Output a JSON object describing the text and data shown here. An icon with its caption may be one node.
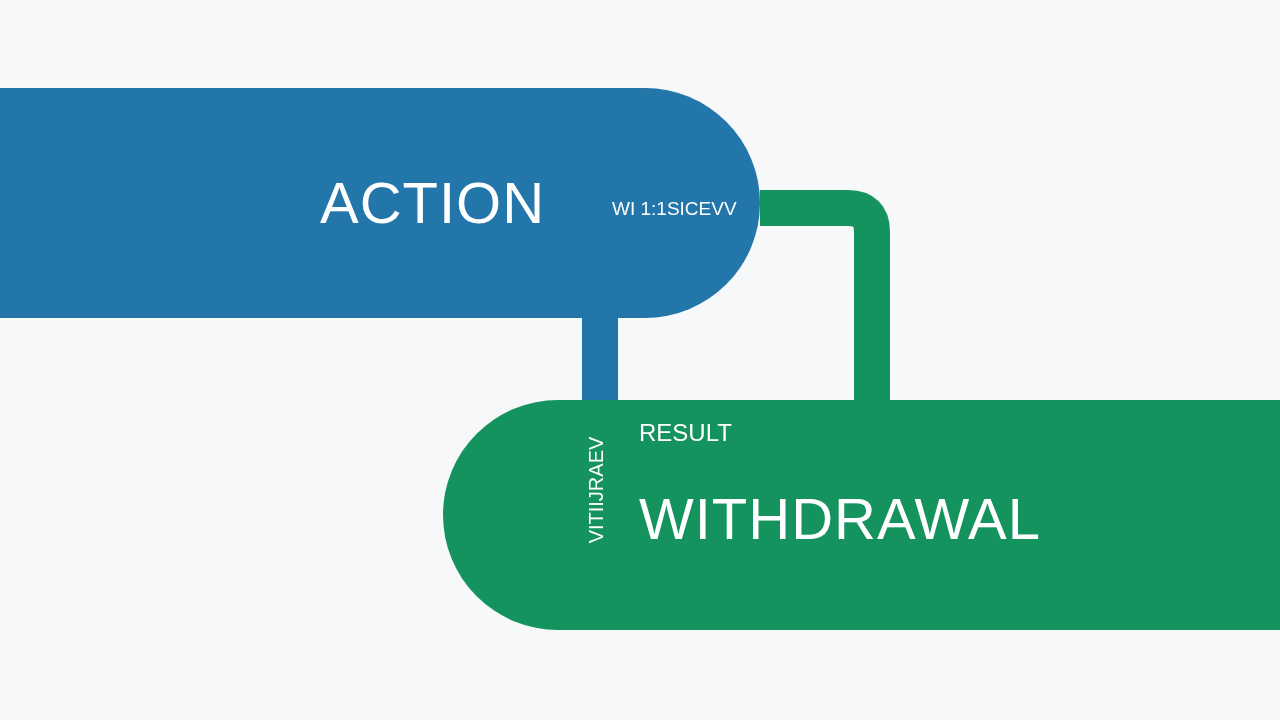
{
  "diagram": {
    "nodes": [
      {
        "text": [
          "ACTION",
          "WI 1:1SICEVV"
        ]
      },
      {
        "text": [
          "RESULT",
          "WITHDRAWAL",
          "VITIIJRAEV"
        ]
      }
    ],
    "edges": [
      {
        "from": 0,
        "to": 1,
        "arrow": "none",
        "color": "#2276a9"
      },
      {
        "from": 0,
        "to": 1,
        "arrow": "none",
        "color": "#15935f"
      }
    ]
  }
}
